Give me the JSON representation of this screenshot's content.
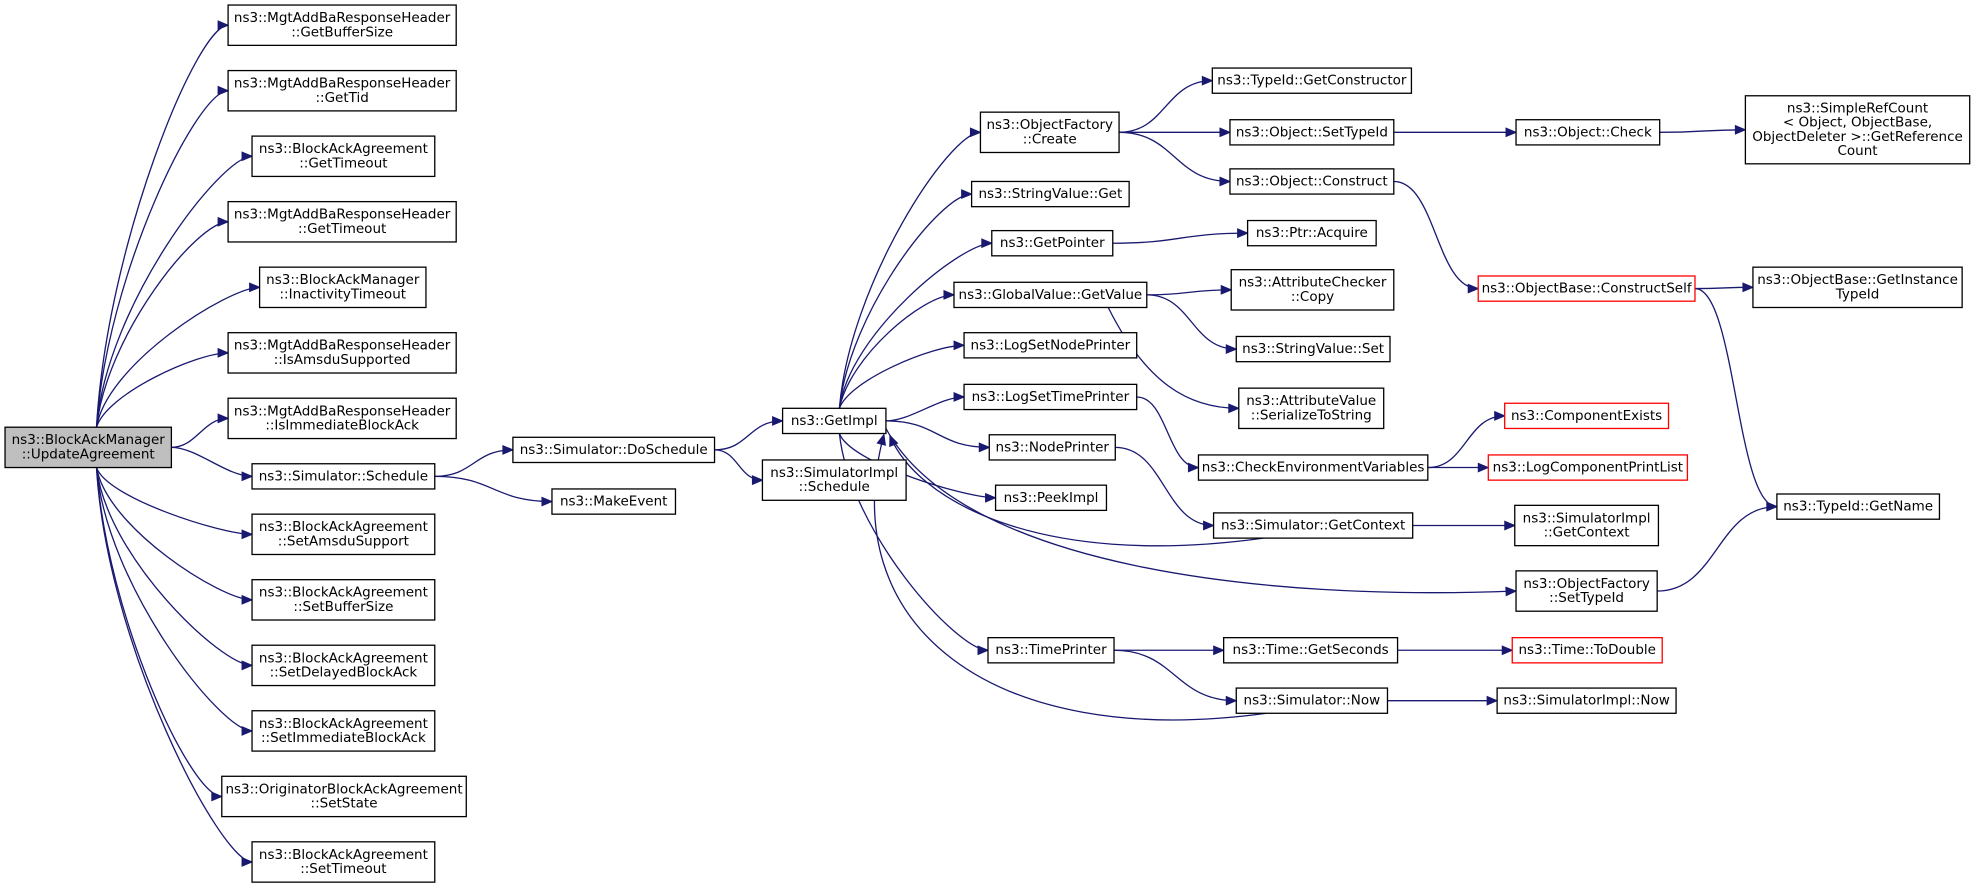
{
  "graph": {
    "colors": {
      "edge": "#191970",
      "node_border": "#000000",
      "node_border_truncated": "#ff0000",
      "root_fill": "#bfbfbf",
      "node_fill": "#ffffff"
    },
    "nodes": [
      {
        "id": "root",
        "lines": [
          "ns3::BlockAckManager",
          "::UpdateAgreement"
        ],
        "root": true
      },
      {
        "id": "n1",
        "lines": [
          "ns3::MgtAddBaResponseHeader",
          "::GetBufferSize"
        ]
      },
      {
        "id": "n2",
        "lines": [
          "ns3::MgtAddBaResponseHeader",
          "::GetTid"
        ]
      },
      {
        "id": "n3",
        "lines": [
          "ns3::BlockAckAgreement",
          "::GetTimeout"
        ]
      },
      {
        "id": "n4",
        "lines": [
          "ns3::MgtAddBaResponseHeader",
          "::GetTimeout"
        ]
      },
      {
        "id": "n5",
        "lines": [
          "ns3::BlockAckManager",
          "::InactivityTimeout"
        ]
      },
      {
        "id": "n6",
        "lines": [
          "ns3::MgtAddBaResponseHeader",
          "::IsAmsduSupported"
        ]
      },
      {
        "id": "n7",
        "lines": [
          "ns3::MgtAddBaResponseHeader",
          "::IsImmediateBlockAck"
        ]
      },
      {
        "id": "sched",
        "lines": [
          "ns3::Simulator::Schedule"
        ]
      },
      {
        "id": "n9",
        "lines": [
          "ns3::BlockAckAgreement",
          "::SetAmsduSupport"
        ]
      },
      {
        "id": "n10",
        "lines": [
          "ns3::BlockAckAgreement",
          "::SetBufferSize"
        ]
      },
      {
        "id": "n11",
        "lines": [
          "ns3::BlockAckAgreement",
          "::SetDelayedBlockAck"
        ]
      },
      {
        "id": "n12",
        "lines": [
          "ns3::BlockAckAgreement",
          "::SetImmediateBlockAck"
        ]
      },
      {
        "id": "n13",
        "lines": [
          "ns3::OriginatorBlockAckAgreement",
          "::SetState"
        ]
      },
      {
        "id": "n14",
        "lines": [
          "ns3::BlockAckAgreement",
          "::SetTimeout"
        ]
      },
      {
        "id": "dosched",
        "lines": [
          "ns3::Simulator::DoSchedule"
        ]
      },
      {
        "id": "mkev",
        "lines": [
          "ns3::MakeEvent"
        ]
      },
      {
        "id": "getimpl",
        "lines": [
          "ns3::GetImpl"
        ]
      },
      {
        "id": "simimplsched",
        "lines": [
          "ns3::SimulatorImpl",
          "::Schedule"
        ]
      },
      {
        "id": "ofcreate",
        "lines": [
          "ns3::ObjectFactory",
          "::Create"
        ]
      },
      {
        "id": "strget",
        "lines": [
          "ns3::StringValue::Get"
        ]
      },
      {
        "id": "getptr",
        "lines": [
          "ns3::GetPointer"
        ]
      },
      {
        "id": "gvget",
        "lines": [
          "ns3::GlobalValue::GetValue"
        ]
      },
      {
        "id": "lsnp",
        "lines": [
          "ns3::LogSetNodePrinter"
        ]
      },
      {
        "id": "lstp",
        "lines": [
          "ns3::LogSetTimePrinter"
        ]
      },
      {
        "id": "nodeprinter",
        "lines": [
          "ns3::NodePrinter"
        ]
      },
      {
        "id": "peekimpl",
        "lines": [
          "ns3::PeekImpl"
        ]
      },
      {
        "id": "timeprinter",
        "lines": [
          "ns3::TimePrinter"
        ]
      },
      {
        "id": "tidctor",
        "lines": [
          "ns3::TypeId::GetConstructor"
        ]
      },
      {
        "id": "objsettid",
        "lines": [
          "ns3::Object::SetTypeId"
        ]
      },
      {
        "id": "objconstruct",
        "lines": [
          "ns3::Object::Construct"
        ]
      },
      {
        "id": "ptracq",
        "lines": [
          "ns3::Ptr::Acquire"
        ]
      },
      {
        "id": "accopy",
        "lines": [
          "ns3::AttributeChecker",
          "::Copy"
        ]
      },
      {
        "id": "strset",
        "lines": [
          "ns3::StringValue::Set"
        ]
      },
      {
        "id": "avser",
        "lines": [
          "ns3::AttributeValue",
          "::SerializeToString"
        ]
      },
      {
        "id": "checkenv",
        "lines": [
          "ns3::CheckEnvironmentVariables"
        ]
      },
      {
        "id": "simgetctx",
        "lines": [
          "ns3::Simulator::GetContext"
        ]
      },
      {
        "id": "ofsettid",
        "lines": [
          "ns3::ObjectFactory",
          "::SetTypeId"
        ]
      },
      {
        "id": "timegetsec",
        "lines": [
          "ns3::Time::GetSeconds"
        ]
      },
      {
        "id": "simnow",
        "lines": [
          "ns3::Simulator::Now"
        ]
      },
      {
        "id": "objcheck",
        "lines": [
          "ns3::Object::Check"
        ]
      },
      {
        "id": "obsconstructself",
        "lines": [
          "ns3::ObjectBase::ConstructSelf"
        ],
        "red": true
      },
      {
        "id": "compexists",
        "lines": [
          "ns3::ComponentExists"
        ],
        "red": true
      },
      {
        "id": "logcpl",
        "lines": [
          "ns3::LogComponentPrintList"
        ],
        "red": true
      },
      {
        "id": "simimplgetctx",
        "lines": [
          "ns3::SimulatorImpl",
          "::GetContext"
        ]
      },
      {
        "id": "timetodouble",
        "lines": [
          "ns3::Time::ToDouble"
        ],
        "red": true
      },
      {
        "id": "simimplnow",
        "lines": [
          "ns3::SimulatorImpl::Now"
        ]
      },
      {
        "id": "srcgetref",
        "lines": [
          "ns3::SimpleRefCount",
          "< Object, ObjectBase,",
          " ObjectDeleter >::GetReference",
          "Count"
        ]
      },
      {
        "id": "obgetinst",
        "lines": [
          "ns3::ObjectBase::GetInstance",
          "TypeId"
        ]
      },
      {
        "id": "tidgetname",
        "lines": [
          "ns3::TypeId::GetName"
        ]
      }
    ]
  }
}
